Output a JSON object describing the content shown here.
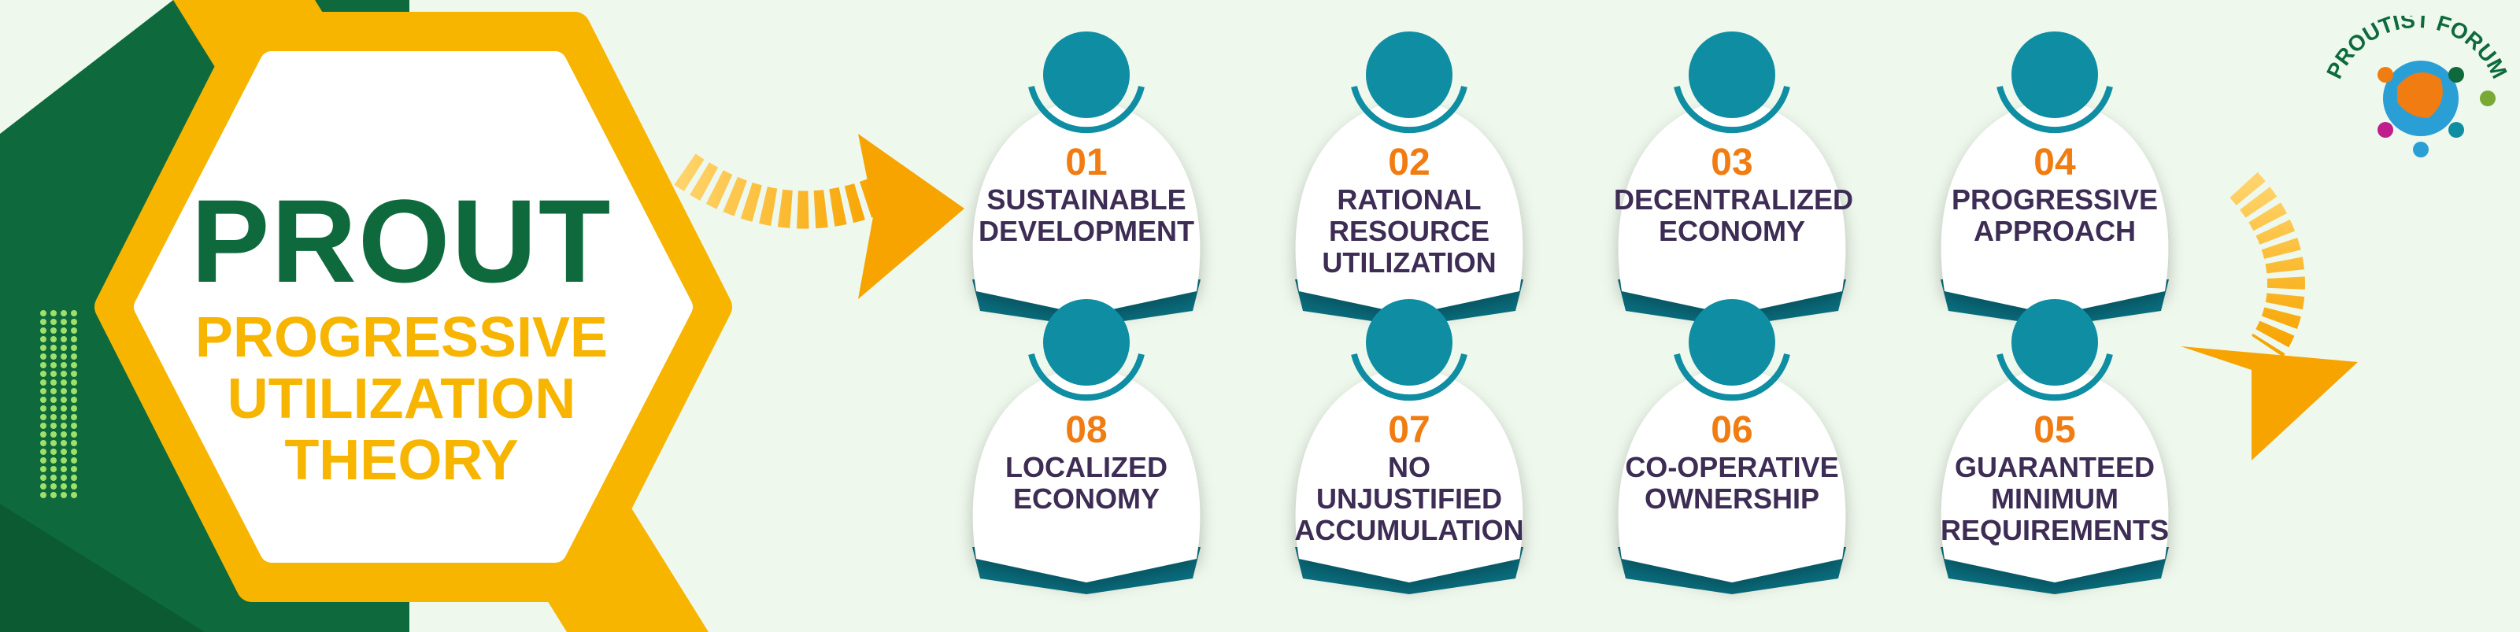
{
  "header": {
    "title": "PROUT",
    "subtitle_lines": [
      "PROGRESSIVE",
      "UTILIZATION",
      "THEORY"
    ]
  },
  "logo": {
    "text": "PROUTIST FORUM",
    "icon": "globe-with-people-icon"
  },
  "principles": [
    {
      "num": "01",
      "lines": [
        "SUSTAINABLE",
        "DEVELOPMENT"
      ]
    },
    {
      "num": "02",
      "lines": [
        "RATIONAL",
        "RESOURCE",
        "UTILIZATION"
      ]
    },
    {
      "num": "03",
      "lines": [
        "DECENTRALIZED",
        "ECONOMY"
      ]
    },
    {
      "num": "04",
      "lines": [
        "PROGRESSIVE",
        "APPROACH"
      ]
    },
    {
      "num": "05",
      "lines": [
        "GUARANTEED",
        "MINIMUM",
        "REQUIREMENTS"
      ]
    },
    {
      "num": "06",
      "lines": [
        "CO-OPERATIVE",
        "OWNERSHIP"
      ]
    },
    {
      "num": "07",
      "lines": [
        "NO UNJUSTIFIED",
        "ACCUMULATION"
      ]
    },
    {
      "num": "08",
      "lines": [
        "LOCALIZED",
        "ECONOMY"
      ]
    }
  ],
  "colors": {
    "dark_green": "#0e6a3c",
    "yellow": "#f7b500",
    "orange": "#f07c12",
    "teal": "#0f8da3",
    "dark_teal": "#0a6f80",
    "purple_text": "#3d2c54",
    "lime_dots": "#9fe06a"
  }
}
